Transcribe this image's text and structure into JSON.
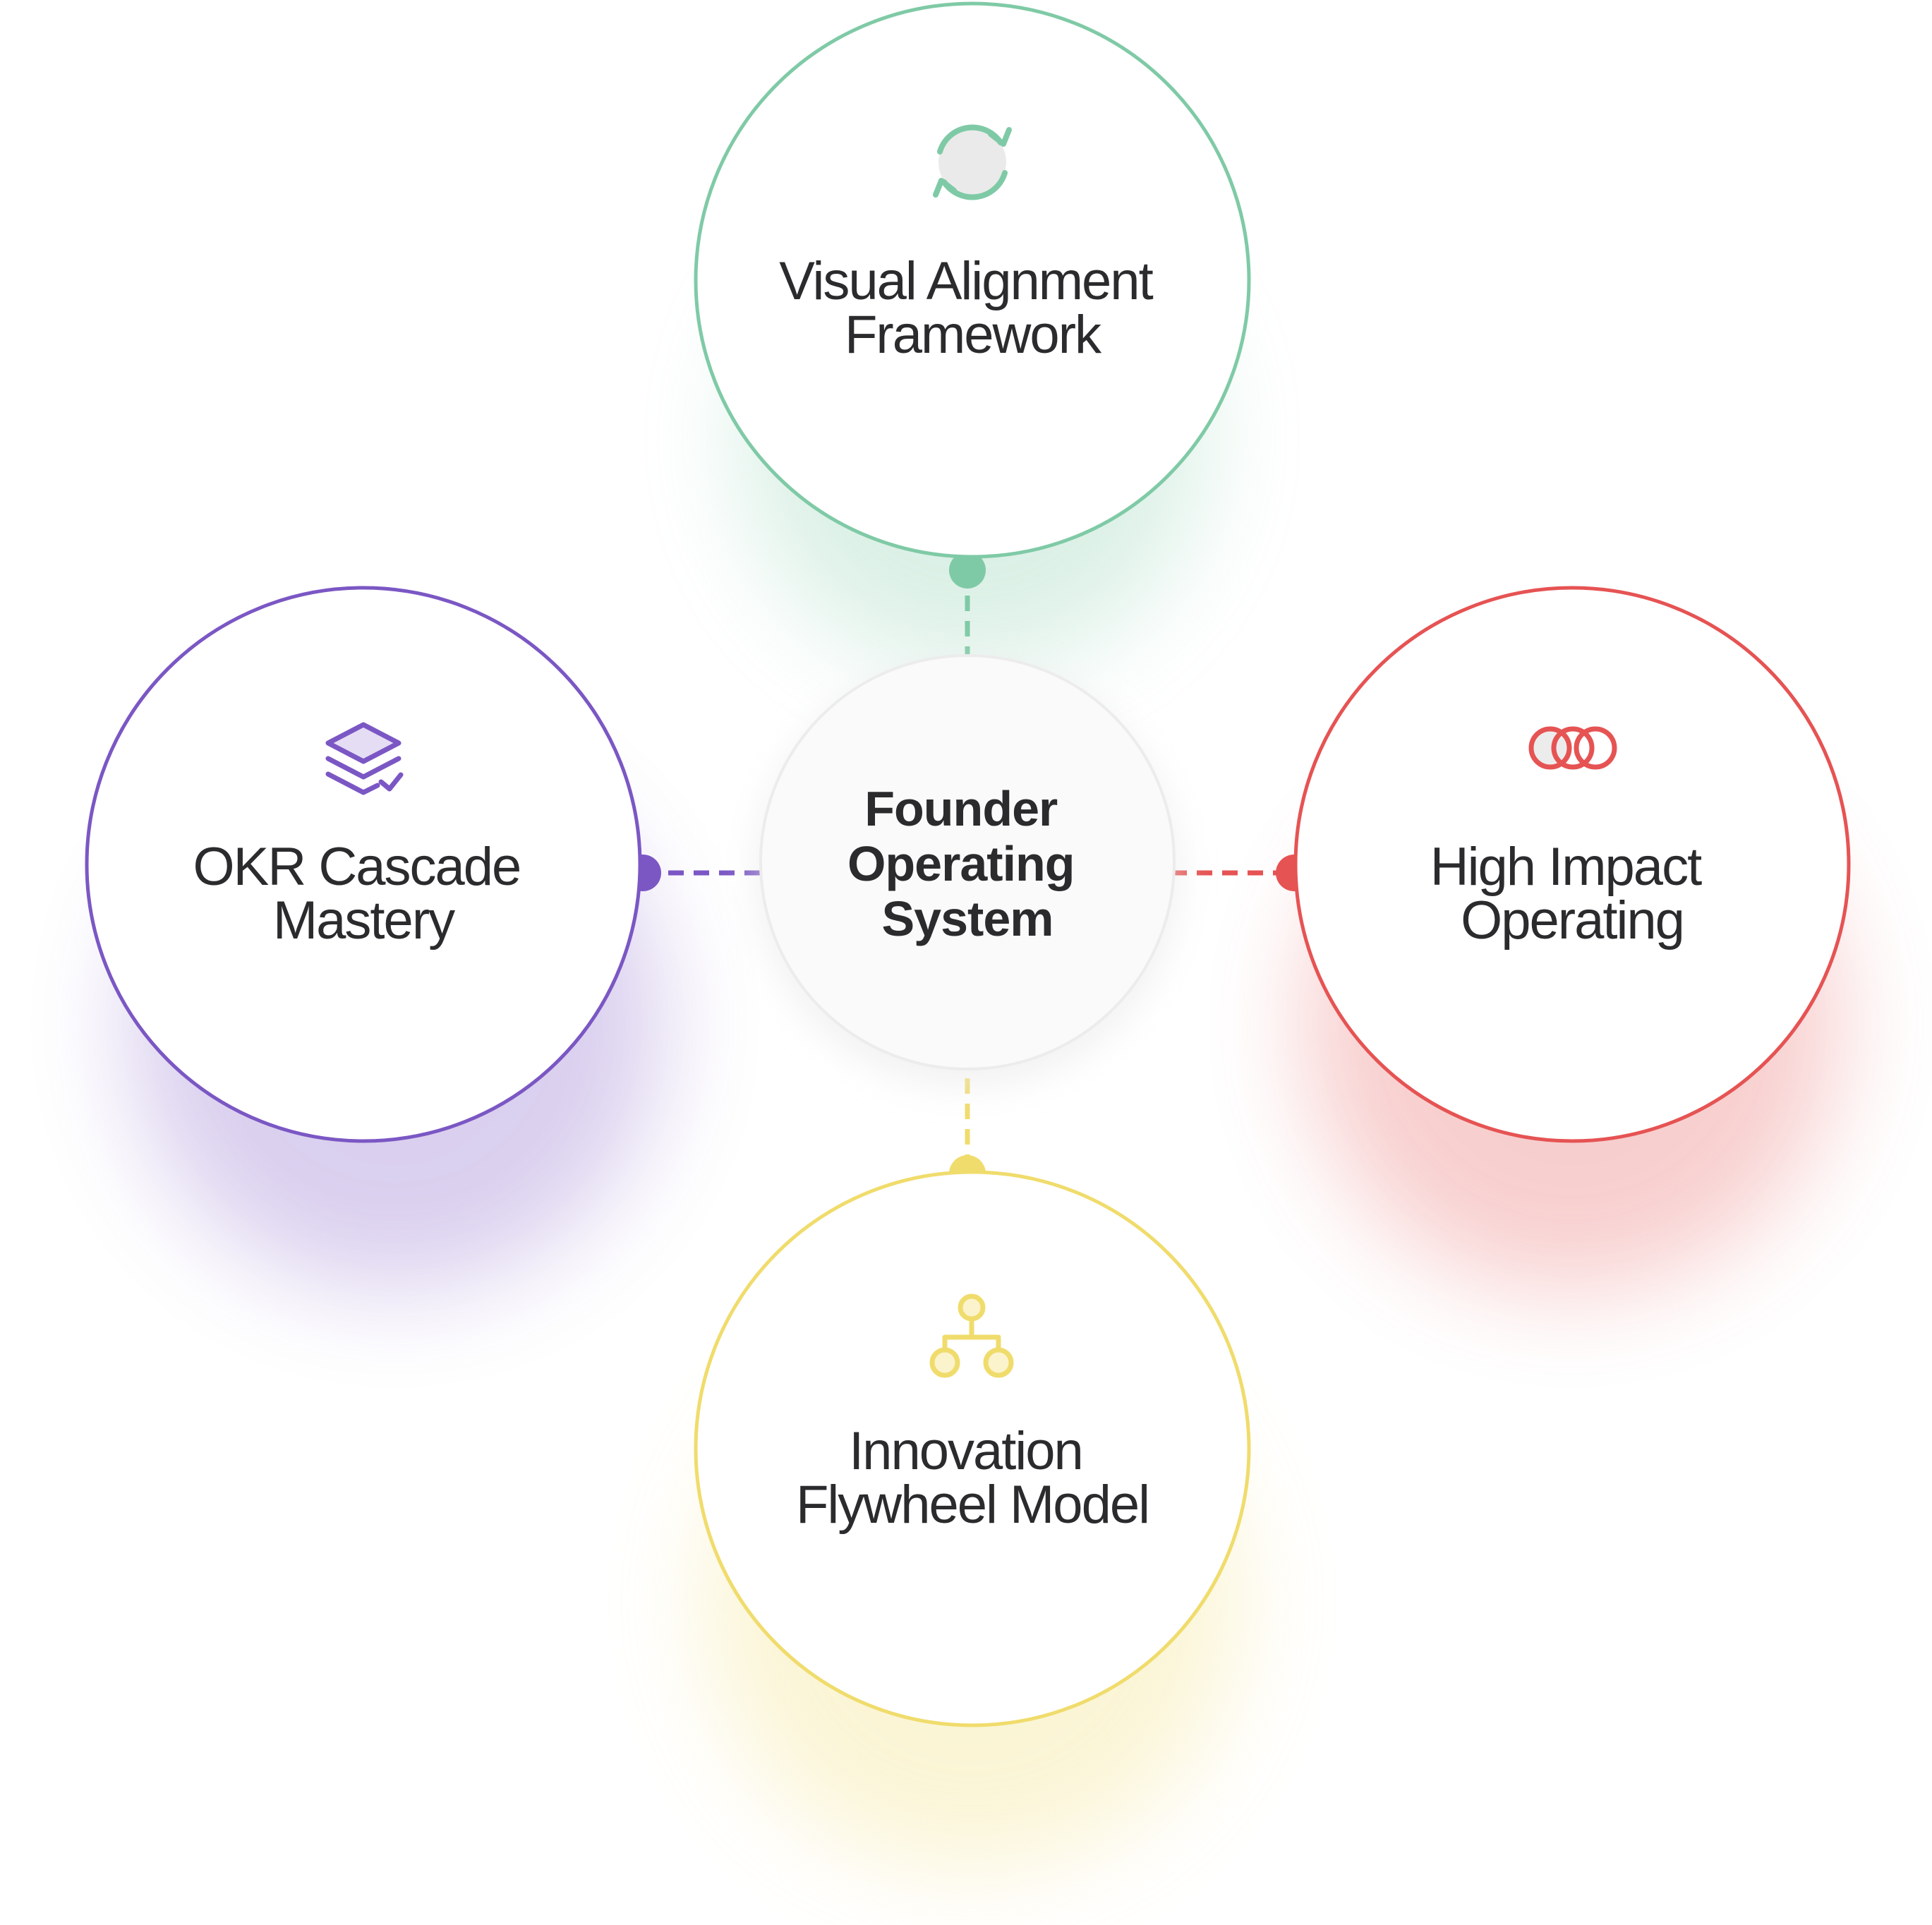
{
  "center": {
    "lines": [
      "Founder",
      "Operating",
      "System"
    ]
  },
  "nodes": [
    {
      "id": "top",
      "lines": [
        "Visual Alignment",
        "Framework"
      ],
      "color": "#7fcaa6",
      "icon": "refresh-icon"
    },
    {
      "id": "left",
      "lines": [
        "OKR Cascade",
        "Mastery"
      ],
      "color": "#7b57c4",
      "icon": "layers-check-icon"
    },
    {
      "id": "right",
      "lines": [
        "High Impact",
        "Operating"
      ],
      "color": "#e65353",
      "icon": "linked-rings-icon"
    },
    {
      "id": "bottom",
      "lines": [
        "Innovation",
        "Flywheel Model"
      ],
      "color": "#f0dc6c",
      "icon": "hierarchy-icon"
    }
  ]
}
